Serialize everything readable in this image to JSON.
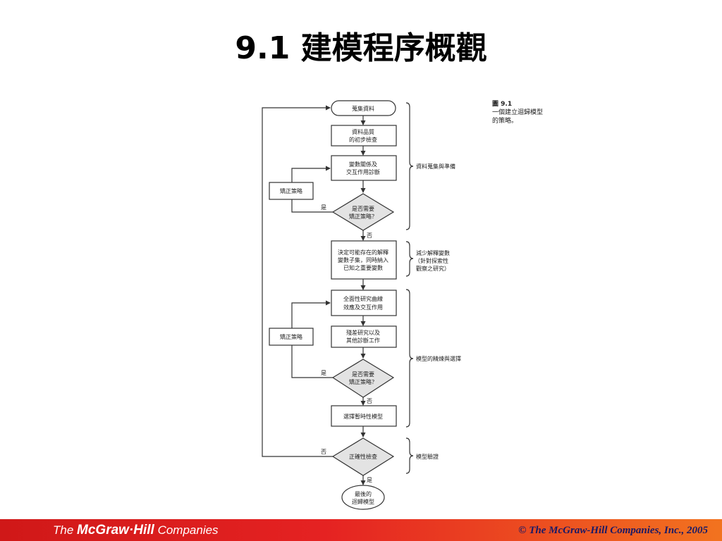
{
  "slide": {
    "title": "9.1 建模程序概觀"
  },
  "figure": {
    "caption_number": "圖 9.1",
    "caption_line1": "一個建立迴歸模型",
    "caption_line2": "的策略。",
    "nodes": {
      "collect": "蒐集資料",
      "quality_1": "資料品質",
      "quality_2": "的初步檢查",
      "diag_1": "變數關係及",
      "diag_2": "交互作用診斷",
      "remedy_a": "矯正策略",
      "decide_a_1": "是否需要",
      "decide_a_2": "矯正策略？",
      "subset_1": "決定可能存在的解釋",
      "subset_2": "變數子集，同時納入",
      "subset_3": "已知之重要變數",
      "curv_1": "全面性研究曲線",
      "curv_2": "效應及交互作用",
      "resid_1": "殘差研究以及",
      "resid_2": "其他診斷工作",
      "remedy_b": "矯正策略",
      "decide_b_1": "是否需要",
      "decide_b_2": "矯正策略？",
      "tentative": "選擇暫時性模型",
      "validity": "正確性檢查",
      "final_1": "最後的",
      "final_2": "迴歸模型"
    },
    "edge_labels": {
      "yes_a": "是",
      "no_a": "否",
      "yes_b": "是",
      "no_b": "否",
      "no_c": "否",
      "yes_c": "是"
    },
    "phases": {
      "collection": "資料蒐集與準備",
      "reduction_1": "減少解釋變數",
      "reduction_2": "（針對探索性",
      "reduction_3": "觀察之研究）",
      "refinement": "模型的精煉與選擇",
      "validation": "模型驗證"
    }
  },
  "footer": {
    "brand_prefix": "The ",
    "brand_name": "McGraw·Hill",
    "brand_suffix": " Companies",
    "copyright": "© The McGraw-Hill Companies, Inc., 2005"
  }
}
